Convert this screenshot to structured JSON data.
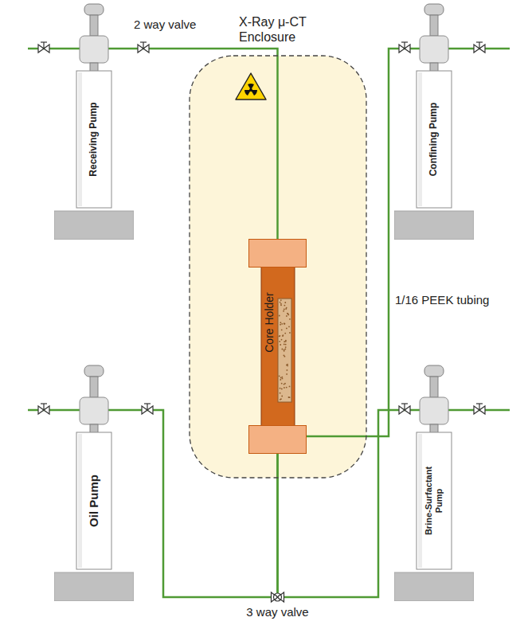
{
  "diagram": {
    "nodes": [
      {
        "text": [
          "Receiving Pump"
        ]
      },
      {
        "text": [
          "X-Ray μ-CT Enclosure"
        ]
      },
      {
        "text": [
          "Core Holder"
        ],
        "in": 1
      },
      {
        "text": [
          "Confining Pump"
        ]
      },
      {
        "text": [
          "Oil Pump"
        ]
      },
      {
        "text": [
          "Brine-Surfactant Pump"
        ]
      }
    ],
    "edges": [
      {
        "from": 0,
        "to": 2,
        "arrow": "none"
      },
      {
        "from": 3,
        "to": 2,
        "arrow": "none"
      },
      {
        "from": 4,
        "to": 2,
        "arrow": "none"
      },
      {
        "from": 5,
        "to": 2,
        "arrow": "none"
      }
    ],
    "labels": [
      "2 way valve",
      "1/16 PEEK tubing",
      "3 way valve"
    ]
  }
}
